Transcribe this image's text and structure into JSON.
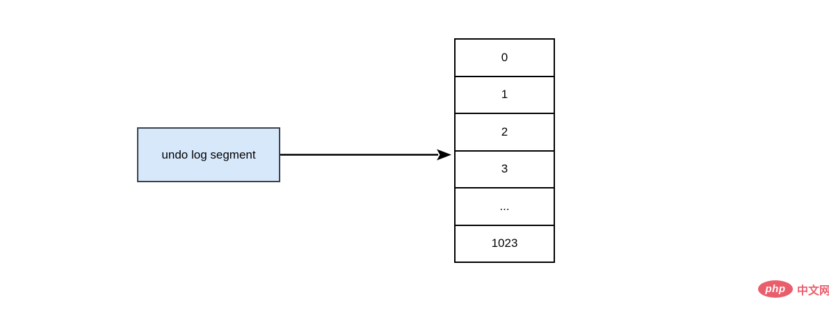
{
  "diagram": {
    "source_box": {
      "label": "undo log segment"
    },
    "array_table": {
      "cells": [
        "0",
        "1",
        "2",
        "3",
        "...",
        "1023"
      ]
    }
  },
  "watermark": {
    "brand": "php",
    "site": "中文网"
  },
  "colors": {
    "box_fill": "#d7e8fb",
    "box_border": "#39404c",
    "line": "#000000",
    "brand_pink": "#ea5d6b"
  }
}
